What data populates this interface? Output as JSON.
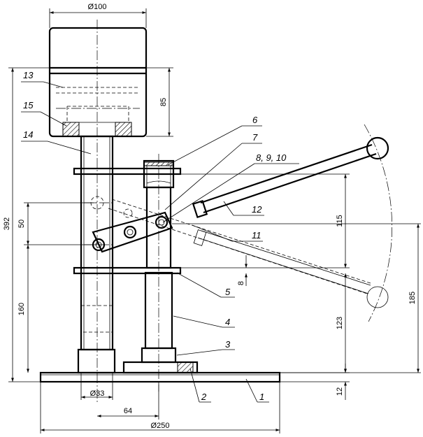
{
  "dimensions": {
    "d_head": "Ø100",
    "h_85": "85",
    "total_392": "392",
    "h_50": "50",
    "h_160": "160",
    "d_33": "Ø33",
    "w_64": "64",
    "d_base": "Ø250",
    "h_115": "115",
    "h_123": "123",
    "h_8": "8",
    "h_185": "185",
    "h_12": "12"
  },
  "parts": {
    "p1": "1",
    "p2": "2",
    "p3": "3",
    "p4": "4",
    "p5": "5",
    "p6": "6",
    "p7": "7",
    "p8_9_10": "8, 9, 10",
    "p11": "11",
    "p12": "12",
    "p13": "13",
    "p14": "14",
    "p15": "15"
  }
}
